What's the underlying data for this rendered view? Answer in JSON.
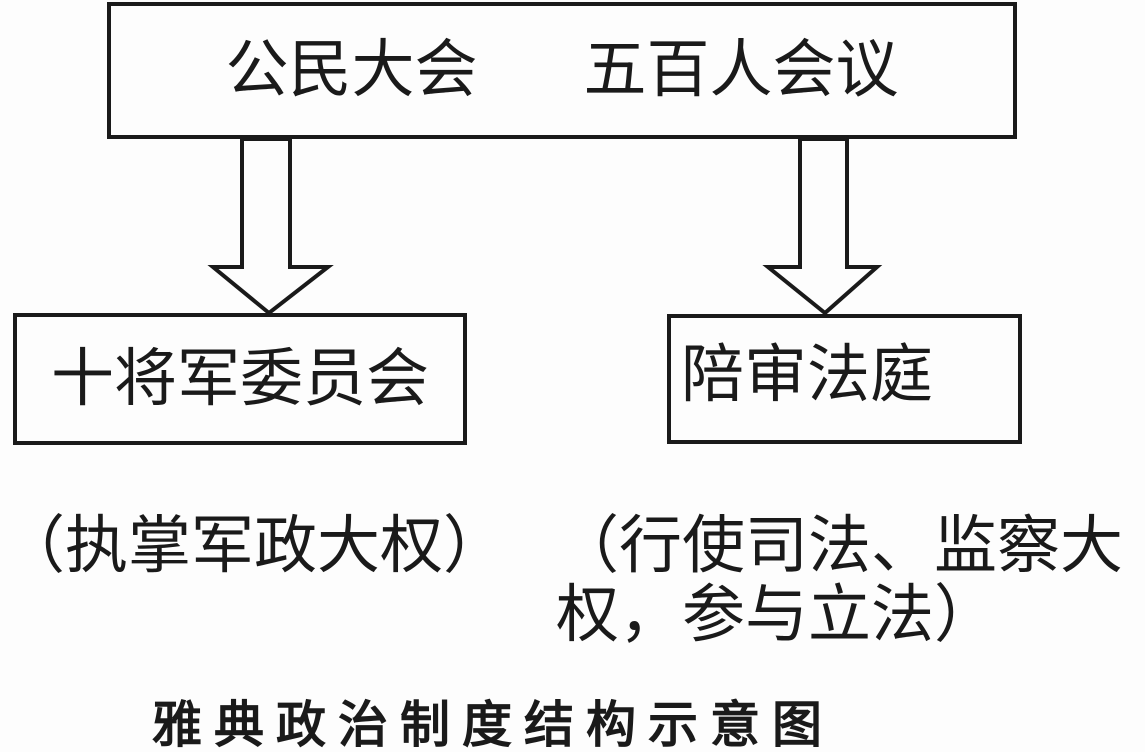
{
  "diagram": {
    "title_caption": "雅典政治制度结构示意图",
    "top_box": {
      "left_label": "公民大会",
      "right_label": "五百人会议"
    },
    "left_box": {
      "label": "十将军委员会"
    },
    "right_box": {
      "label": "陪审法庭"
    },
    "left_note": "（执掌军政大权）",
    "right_note": {
      "line1": "（行使司法、监察大",
      "line2": "权，参与立法）"
    },
    "arrows": [
      {
        "name": "left-down-block-arrow",
        "from": "assembly-council-box",
        "to": "ten-generals-box"
      },
      {
        "name": "right-down-block-arrow",
        "from": "assembly-council-box",
        "to": "jury-court-box"
      }
    ],
    "colors": {
      "ink": "#1a1a1a",
      "background": "#fdfdfd"
    }
  }
}
